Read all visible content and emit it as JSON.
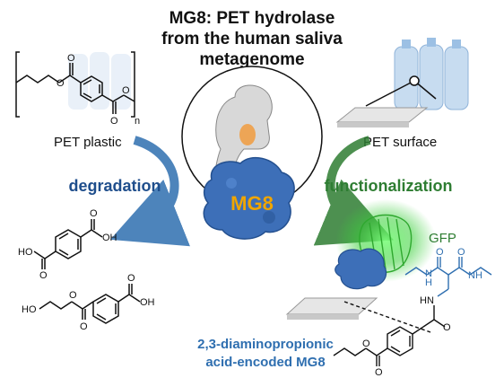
{
  "title": {
    "line1": "MG8: PET hydrolase",
    "line2": "from the human saliva",
    "line3": "metagenome"
  },
  "labels": {
    "pet_plastic": "PET plastic",
    "pet_surface": "PET surface",
    "degradation": "degradation",
    "functionalization": "functionalization",
    "enzyme": "MG8",
    "gfp": "GFP",
    "dap_line1": "2,3-diaminopropionic",
    "dap_line2": "acid-encoded MG8"
  },
  "chem": {
    "O": "O",
    "OH": "OH",
    "HO": "HO",
    "H": "H",
    "N": "N",
    "NH": "NH",
    "HN": "HN",
    "n": "n"
  },
  "colors": {
    "degradation_blue": "#1f4e8c",
    "functionalization_green": "#2e7d32",
    "enzyme_blue": "#3d6fb8",
    "enzyme_label_yellow": "#f0a500",
    "gfp_green": "#3ccf3c",
    "linker_blue": "#2f6fb0"
  }
}
